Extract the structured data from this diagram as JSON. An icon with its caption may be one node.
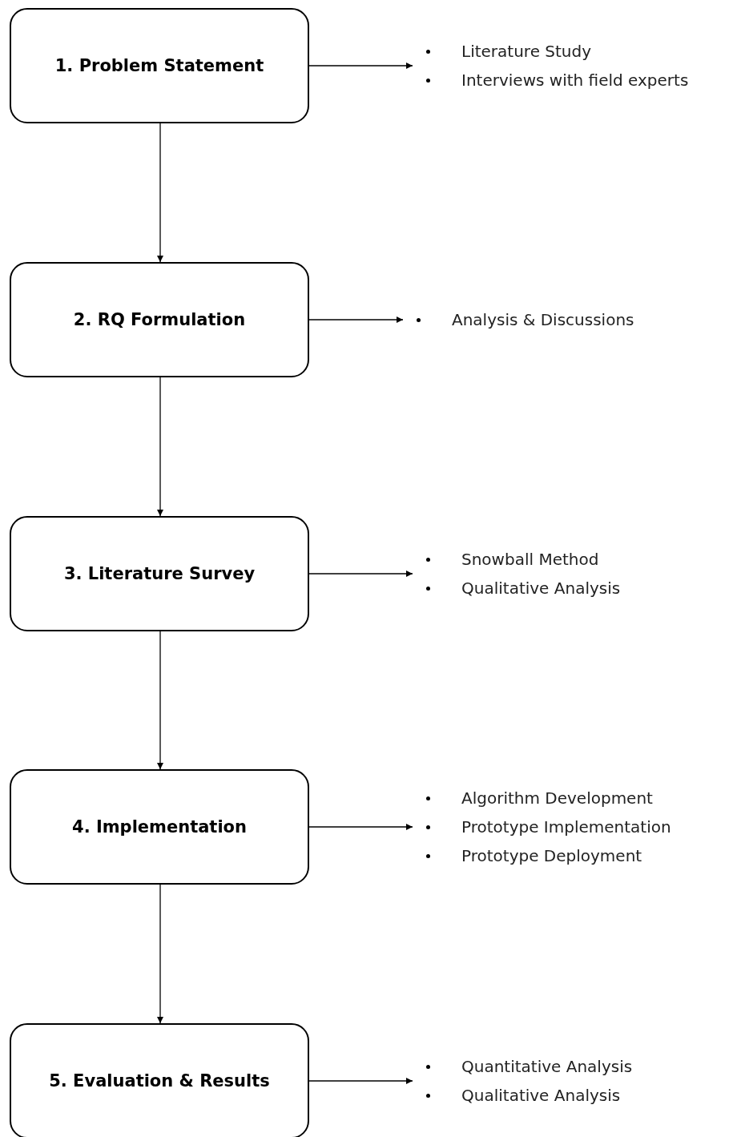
{
  "diagram": {
    "nodes": [
      {
        "text": [
          "1. Problem Statement"
        ]
      },
      {
        "text": [
          "Literature Study",
          "Interviews with field experts"
        ]
      },
      {
        "text": [
          "2. RQ Formulation"
        ]
      },
      {
        "text": [
          "Analysis & Discussions"
        ]
      },
      {
        "text": [
          "3. Literature Survey"
        ]
      },
      {
        "text": [
          "Snowball Method",
          "Qualitative Analysis"
        ]
      },
      {
        "text": [
          "4. Implementation"
        ]
      },
      {
        "text": [
          "Algorithm Development",
          "Prototype Implementation",
          "Prototype Deployment"
        ]
      },
      {
        "text": [
          "5. Evaluation & Results"
        ]
      },
      {
        "text": [
          "Quantitative Analysis",
          "Qualitative Analysis"
        ]
      }
    ],
    "edges": [
      {
        "from": 0,
        "to": 1,
        "arrow": "to"
      },
      {
        "from": 0,
        "to": 2,
        "arrow": "to"
      },
      {
        "from": 2,
        "to": 3,
        "arrow": "to"
      },
      {
        "from": 2,
        "to": 4,
        "arrow": "to"
      },
      {
        "from": 4,
        "to": 5,
        "arrow": "to"
      },
      {
        "from": 4,
        "to": 6,
        "arrow": "to"
      },
      {
        "from": 6,
        "to": 7,
        "arrow": "to"
      },
      {
        "from": 6,
        "to": 8,
        "arrow": "to"
      },
      {
        "from": 8,
        "to": 9,
        "arrow": "to"
      }
    ]
  }
}
